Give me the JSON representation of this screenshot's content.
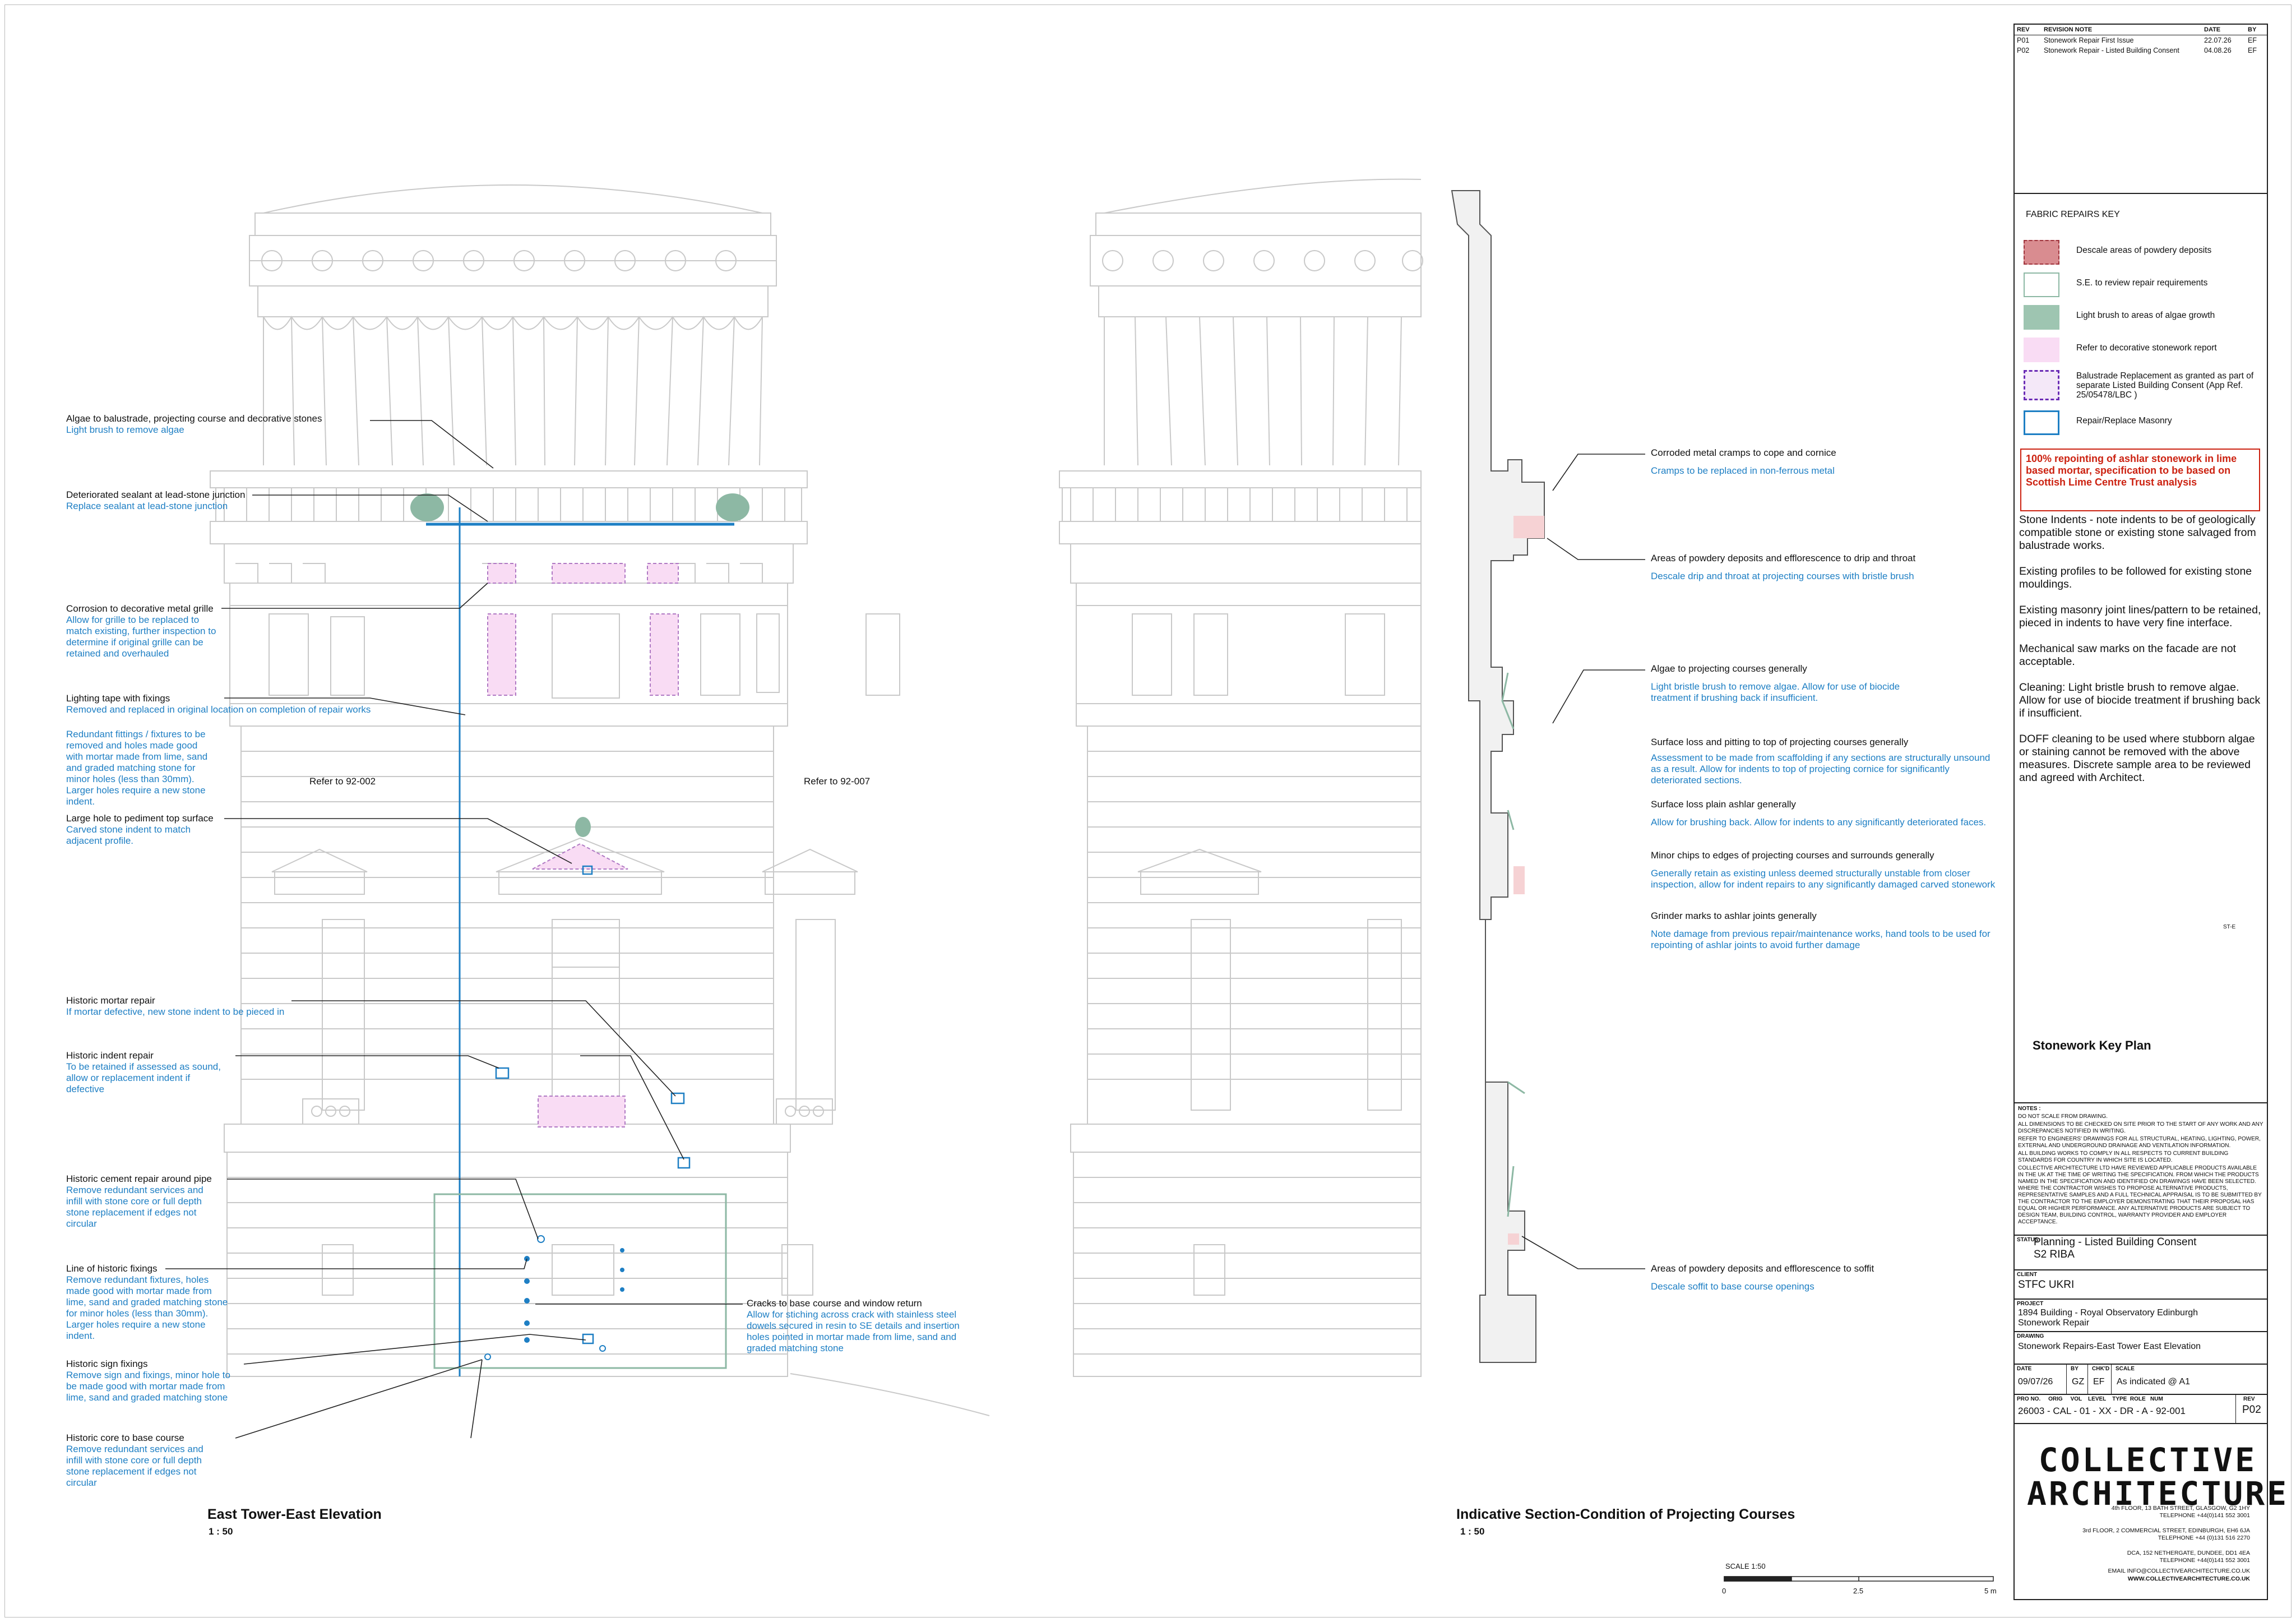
{
  "annotations": [
    {
      "title": "Algae to balustrade, projecting course and decorative stones",
      "desc": "Light brush to remove algae"
    },
    {
      "title": "Deteriorated sealant at lead-stone junction",
      "desc": "Replace sealant at lead-stone junction"
    },
    {
      "title": "Corrosion to decorative metal grille",
      "desc": "Allow for grille to be replaced to match existing, further inspection to determine if original grille can be retained and overhauled"
    },
    {
      "title": "Lighting tape with fixings",
      "desc": "Removed and replaced in original location on completion of repair works"
    },
    {
      "title": "",
      "desc": "Redundant fittings / fixtures to be removed and holes made good with mortar made from lime, sand and graded matching stone for minor holes (less than 30mm). Larger holes require a new stone indent."
    },
    {
      "title": "Large hole to pediment top surface",
      "desc": "Carved stone indent to match adjacent profile."
    },
    {
      "title": "Historic mortar repair",
      "desc": "If mortar defective, new stone indent to be pieced in"
    },
    {
      "title": "Historic indent repair",
      "desc": "To be retained if assessed as sound, allow or replacement indent if defective"
    },
    {
      "title": "Historic cement repair around pipe",
      "desc": "Remove redundant services and infill with stone core or full depth stone replacement if edges not circular"
    },
    {
      "title": "Line of historic fixings",
      "desc": "Remove redundant fixtures, holes made good with mortar made from lime, sand and graded matching stone for minor holes (less than 30mm). Larger holes require a new stone indent."
    },
    {
      "title": "Historic sign fixings",
      "desc": "Remove sign and fixings, minor hole to be made good with mortar made from lime, sand and graded matching stone"
    },
    {
      "title": "Historic core to base course",
      "desc": "Remove redundant services and infill with stone core or full depth stone replacement if edges not circular"
    },
    {
      "title": "Cracks to base course and window return",
      "desc": "Allow for stiching across crack with stainless steel dowels secured in resin to SE details and insertion holes pointed in mortar made from lime, sand and graded matching stone"
    }
  ],
  "section_annotations": [
    {
      "title": "Corroded metal cramps to cope and cornice",
      "desc": "Cramps to be replaced in non-ferrous metal"
    },
    {
      "title": "Areas of powdery deposits and efflorescence to drip and throat",
      "desc": "Descale drip and throat at projecting courses with bristle brush"
    },
    {
      "title": "Algae to projecting courses generally",
      "desc": "Light bristle brush to remove algae. Allow for use of biocide treatment if brushing back if insufficient."
    },
    {
      "title": "Surface loss and pitting to top of projecting courses generally",
      "desc": "Assessment to be made from scaffolding if any sections are structurally unsound as a result. Allow for indents to top of projecting cornice for significantly deteriorated sections."
    },
    {
      "title": "Surface loss plain ashlar generally",
      "desc": "Allow for brushing back. Allow for indents to any significantly deteriorated faces."
    },
    {
      "title": "Minor chips to edges of projecting courses and surrounds generally",
      "desc": "Generally retain as existing unless deemed structurally unstable from closer inspection, allow for indent repairs to any significantly damaged carved stonework"
    },
    {
      "title": "Grinder marks to ashlar joints generally",
      "desc": "Note damage from previous repair/maintenance works, hand tools to be used for repointing of ashlar joints to avoid further damage"
    },
    {
      "title": "Areas of powdery deposits and efflorescence to soffit",
      "desc": "Descale soffit to base course openings"
    }
  ],
  "refs": [
    "Refer to 92-002",
    "Refer to 92-007"
  ],
  "titles": {
    "elevation": "East Tower-East Elevation",
    "elevation_scale": "1 : 50",
    "section": "Indicative Section-Condition of Projecting Courses",
    "section_scale": "1 : 50"
  },
  "scalebar": {
    "label": "SCALE 1:50",
    "t0": "0",
    "t1": "2.5",
    "t2": "5 m"
  },
  "revisions": {
    "headers": [
      "REV",
      "REVISION NOTE",
      "DATE",
      "BY"
    ],
    "rows": [
      [
        "P01",
        "Stonework Repair First Issue",
        "22.07.26",
        "EF"
      ],
      [
        "P02",
        "Stonework Repair - Listed Building Consent",
        "04.08.26",
        "EF"
      ]
    ]
  },
  "key": {
    "header": "FABRIC REPAIRS KEY",
    "items": [
      {
        "label": "Descale areas of powdery deposits",
        "color": "#d98c90"
      },
      {
        "label": "S.E. to review repair requirements",
        "color": "#ffffff"
      },
      {
        "label": "Light brush to areas of algae growth",
        "color": "#9ec5b1"
      },
      {
        "label": "Refer to decorative stonework report",
        "color": "#f9dcf4"
      },
      {
        "label": "Balustrade Replacement as granted as part of separate Listed Building Consent (App Ref. 25/05478/LBC )",
        "color": "#f4e8f8"
      },
      {
        "label": "Repair/Replace Masonry",
        "color": "#ffffff"
      }
    ]
  },
  "warning": "100% repointing of ashlar stonework in lime based mortar, specification to be based on Scottish Lime Centre Trust analysis",
  "notes": [
    "Stone Indents - note indents to be of geologically compatible stone or existing stone salvaged from balustrade works.",
    "Existing profiles to be followed for existing stone mouldings.",
    "Existing masonry joint lines/pattern to be retained, pieced in indents to have very fine interface.",
    "Mechanical saw marks on the facade are not acceptable.",
    "Cleaning: Light bristle brush to remove algae. Allow for use of biocide treatment if brushing back if insufficient.",
    "DOFF cleaning to be used where stubborn algae or staining cannot be removed with the above measures. Discrete sample area to be reviewed and agreed with Architect."
  ],
  "key_plan": {
    "title": "Stonework Key Plan",
    "mark": "ST-E"
  },
  "small_notes": {
    "header": "NOTES :",
    "items": [
      "DO NOT SCALE FROM DRAWING.",
      "ALL DIMENSIONS TO BE CHECKED ON SITE PRIOR TO THE START OF ANY WORK AND ANY DISCREPANCIES NOTIFIED IN WRITING.",
      "REFER TO ENGINEERS' DRAWINGS FOR ALL STRUCTURAL, HEATING, LIGHTING, POWER, EXTERNAL AND UNDERGROUND DRAINAGE AND VENTILATION INFORMATION.",
      "ALL BUILDING WORKS TO COMPLY IN ALL RESPECTS TO CURRENT BUILDING STANDARDS FOR COUNTRY IN WHICH SITE IS LOCATED.",
      "COLLECTIVE ARCHITECTURE LTD HAVE REVIEWED APPLICABLE PRODUCTS AVAILABLE IN THE UK AT THE TIME OF WRITING THE SPECIFICATION. FROM WHICH THE PRODUCTS NAMED IN THE SPECIFICATION AND IDENTIFIED ON DRAWINGS HAVE BEEN SELECTED. WHERE THE CONTRACTOR WISHES TO PROPOSE ALTERNATIVE PRODUCTS, REPRESENTATIVE SAMPLES AND A FULL TECHNICAL APPRAISAL IS TO BE SUBMITTED BY THE CONTRACTOR TO THE EMPLOYER DEMONSTRATING THAT THEIR PROPOSAL HAS EQUAL OR HIGHER PERFORMANCE. ANY ALTERNATIVE PRODUCTS ARE SUBJECT TO DESIGN TEAM, BUILDING CONTROL, WARRANTY PROVIDER AND EMPLOYER ACCEPTANCE."
    ]
  },
  "title_block": {
    "status_h": "STATUS",
    "status_1": "Planning - Listed Building Consent",
    "status_2": "S2 RIBA",
    "client_h": "CLIENT",
    "client": "STFC UKRI",
    "project_h": "PROJECT",
    "project_1": "1894 Building - Royal Observatory Edinburgh",
    "project_2": "Stonework Repair",
    "drawing_h": "DRAWING",
    "drawing": "Stonework Repairs-East Tower East Elevation",
    "date_h": "DATE",
    "by_h": "BY",
    "chkd_h": "CHK'D",
    "scale_h": "SCALE",
    "date": "09/07/26",
    "by": "GZ",
    "chkd": "EF",
    "scale": "As indicated @ A1",
    "ref_h": "PRO NO.     ORIG     VOL    LEVEL    TYPE  ROLE   NUM",
    "rev_h": "REV",
    "ref": "26003 - CAL - 01 - XX - DR - A - 92-001",
    "rev": "P02"
  },
  "company": {
    "logo_1": "COLLECTIVE",
    "logo_2": "ARCHITECTURE",
    "addr_1a": "4th FLOOR, 13 BATH STREET, GLASGOW, G2 1HY",
    "addr_1b": "TELEPHONE +44(0)141 552 3001",
    "addr_2a": "3rd FLOOR, 2 COMMERCIAL STREET, EDINBURGH, EH6 6JA",
    "addr_2b": "TELEPHONE +44 (0)131 516 2270",
    "addr_3a": "DCA, 152 NETHERGATE, DUNDEE, DD1 4EA",
    "addr_3b": "TELEPHONE +44(0)141 552 3001",
    "email": "EMAIL INFO@COLLECTIVEARCHITECTURE.CO.UK",
    "web": "WWW.COLLECTIVEARCHITECTURE.CO.UK"
  }
}
